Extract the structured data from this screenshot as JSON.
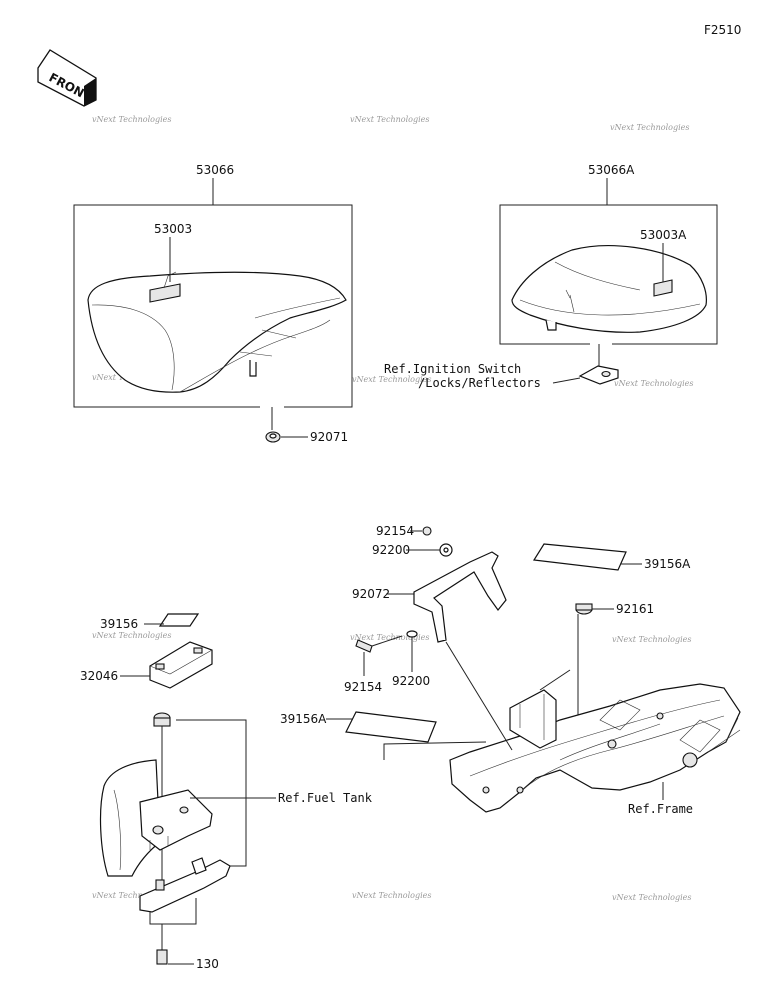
{
  "figure_code": "F2510",
  "front_indicator": "FRONT",
  "watermark": "vNext Technologies",
  "labels": {
    "seat_assy": "53066",
    "seat_assy_alt": "53066A",
    "seat_cover": "53003",
    "seat_cover_alt": "53003A",
    "damper_seat": "92071",
    "collar_top": "92154",
    "washer_top": "92200",
    "seat_bracket": "92072",
    "bolt_bottom": "92154",
    "washer_bottom": "92200",
    "pad_right": "39156A",
    "damper_right": "92161",
    "pad_left": "39156A",
    "pad_small": "39156",
    "holder": "32046",
    "bolt": "130"
  },
  "references": {
    "ignition_line1": "Ref.Ignition Switch",
    "ignition_line2": "/Locks/Reflectors",
    "fuel_tank": "Ref.Fuel Tank",
    "frame": "Ref.Frame"
  }
}
